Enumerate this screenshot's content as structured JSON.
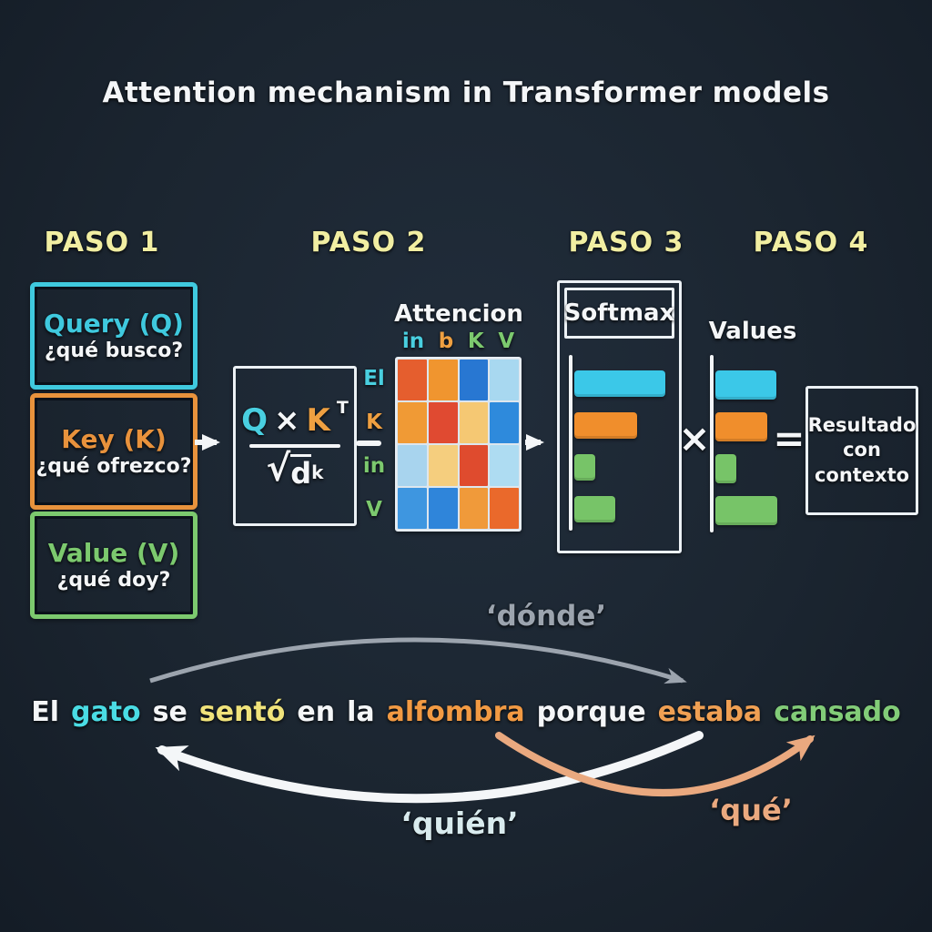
{
  "title": "Attention mechanism in Transformer models",
  "colors": {
    "background": "#1B2530",
    "cyan": "#49CFE0",
    "orange": "#EFA041",
    "green": "#7CC96E",
    "pale_yellow": "#F1EEA2",
    "gray": "#9CA4AE",
    "tan": "#EAA97F",
    "white": "#F4F6F8"
  },
  "steps": [
    {
      "label": "PASO 1"
    },
    {
      "label": "PASO 2"
    },
    {
      "label": "PASO 3"
    },
    {
      "label": "PASO 4"
    }
  ],
  "concept_boxes": [
    {
      "title": "Query (Q)",
      "subtitle": "¿qué busco?",
      "color": "#3FC9DE"
    },
    {
      "title": "Key (K)",
      "subtitle": "¿qué ofrezco?",
      "color": "#E8923C"
    },
    {
      "title": "Value (V)",
      "subtitle": "¿qué doy?",
      "color": "#7CC96E"
    }
  ],
  "formula": {
    "numerator": [
      {
        "text": "Q",
        "color": "#49CFE0"
      },
      {
        "text": "×",
        "color": "#F4F6F8"
      },
      {
        "text": "K",
        "color": "#EFA041"
      },
      {
        "text": "T",
        "color": "#F4F6F8",
        "sup": true
      }
    ],
    "radical": "√",
    "denominator_base": "d",
    "denominator_sub": "k"
  },
  "attention_matrix": {
    "title": "Attencion",
    "col_labels": [
      {
        "text": "in",
        "color": "#49CFE0"
      },
      {
        "text": "b",
        "color": "#EFA041"
      },
      {
        "text": "K",
        "color": "#7CC96E"
      },
      {
        "text": "V",
        "color": "#7CC96E"
      }
    ],
    "row_labels": [
      {
        "text": "El",
        "color": "#49CFE0"
      },
      {
        "text": "K",
        "color": "#EFA041"
      },
      {
        "text": "in",
        "color": "#7CC96E"
      },
      {
        "text": "V",
        "color": "#7CC96E"
      }
    ],
    "cells": [
      [
        "#E55E2E",
        "#F0952F",
        "#2877D2",
        "#A8D8F0"
      ],
      [
        "#F09A35",
        "#E04A31",
        "#F5C873",
        "#2E8ADC"
      ],
      [
        "#A8D4EE",
        "#F5CE7E",
        "#DF4B2E",
        "#AEDCF2"
      ],
      [
        "#3E96E0",
        "#2F85DA",
        "#F09A3A",
        "#EA692B"
      ]
    ]
  },
  "softmax": {
    "title": "Softmax",
    "bars": [
      {
        "color": "#3BC8E8",
        "width": 100
      },
      {
        "color": "#F08E2C",
        "width": 69
      },
      {
        "color": "#77C468",
        "width": 23
      },
      {
        "color": "#77C468",
        "width": 45
      }
    ]
  },
  "values_panel": {
    "title": "Values",
    "bars": [
      {
        "color": "#3BC8E8",
        "width": 67
      },
      {
        "color": "#F08E2C",
        "width": 57
      },
      {
        "color": "#77C468",
        "width": 23
      },
      {
        "color": "#77C468",
        "width": 68
      }
    ]
  },
  "operators": {
    "multiply": "×",
    "equals": "="
  },
  "result_box": {
    "lines": [
      "Resultado",
      "con",
      "contexto"
    ]
  },
  "annotations": {
    "donde": "‘dónde’",
    "quien": "‘quién’",
    "que": "‘qué’"
  },
  "sentence": {
    "words": [
      {
        "text": "El",
        "color": "#F4F6F8"
      },
      {
        "text": "gato",
        "color": "#4ADCE4"
      },
      {
        "text": "se",
        "color": "#F4F6F8"
      },
      {
        "text": "sentó",
        "color": "#F0E37B"
      },
      {
        "text": "en",
        "color": "#F4F6F8"
      },
      {
        "text": "la",
        "color": "#F4F6F8"
      },
      {
        "text": "alfombra",
        "color": "#F29A43"
      },
      {
        "text": "porque",
        "color": "#F4F6F8"
      },
      {
        "text": "estaba",
        "color": "#F0A053"
      },
      {
        "text": "cansado",
        "color": "#82CC78"
      }
    ]
  }
}
